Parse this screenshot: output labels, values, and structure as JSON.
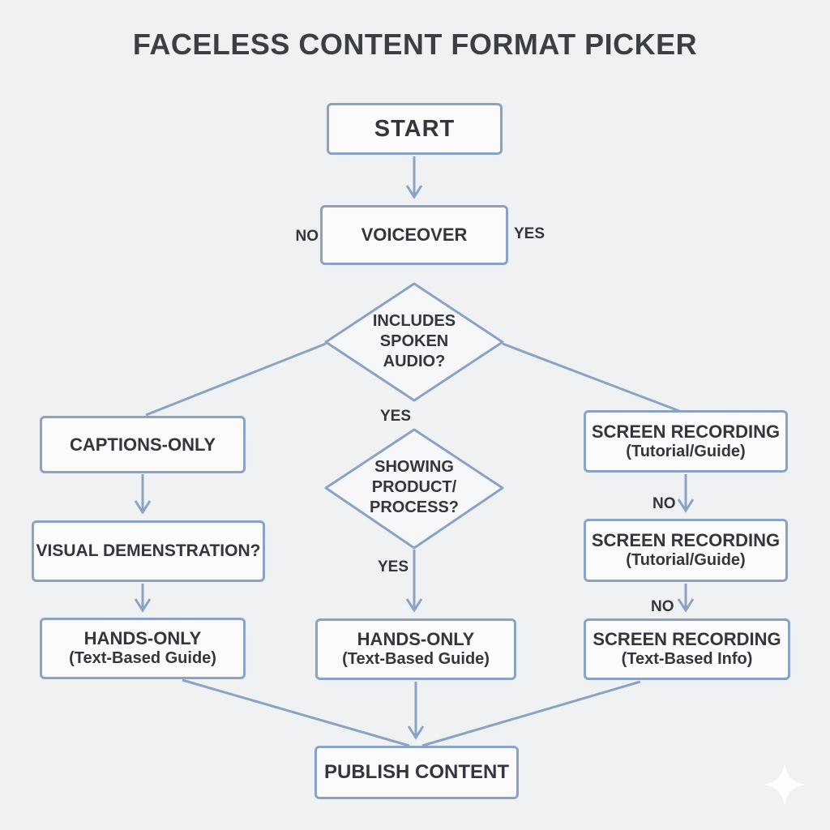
{
  "title": "FACELESS CONTENT FORMAT PICKER",
  "colors": {
    "background": "#f0f1f2",
    "node_fill": "#fbfbfc",
    "accent_blue": "#8aa3c4",
    "text": "#33363c",
    "watermark": "#ffffff"
  },
  "nodes": {
    "start": {
      "label": "START"
    },
    "voiceover": {
      "label": "VOICEOVER"
    },
    "includes_spoken_audio": {
      "lines": [
        "INCLUDES",
        "SPOKEN",
        "AUDIO?"
      ]
    },
    "captions_only": {
      "label": "CAPTIONS-ONLY"
    },
    "screen_recording_1": {
      "label": "SCREEN RECORDING",
      "sublabel": "(Tutorial/Guide)"
    },
    "showing_product_process": {
      "lines": [
        "SHOWING",
        "PRODUCT/",
        "PROCESS?"
      ]
    },
    "visual_demonstration": {
      "label": "VISUAL DEMENSTRATION?"
    },
    "screen_recording_2": {
      "label": "SCREEN RECORDING",
      "sublabel": "(Tutorial/Guide)"
    },
    "hands_only_left": {
      "label": "HANDS-ONLY",
      "sublabel": "(Text-Based Guide)"
    },
    "hands_only_center": {
      "label": "HANDS-ONLY",
      "sublabel": "(Text-Based Guide)"
    },
    "screen_recording_3": {
      "label": "SCREEN RECORDING",
      "sublabel": "(Text-Based Info)"
    },
    "publish": {
      "label": "PUBLISH CONTENT"
    }
  },
  "edge_labels": {
    "voiceover_no": "NO",
    "voiceover_yes": "YES",
    "includes_audio_yes": "YES",
    "product_process_yes": "YES",
    "screen_recording_2_no": "NO",
    "screen_recording_3_no": "NO"
  },
  "edges": [
    {
      "from": "start",
      "to": "voiceover",
      "arrowhead": true
    },
    {
      "from": "includes_spoken_audio",
      "to": "captions_only",
      "arrowhead": false
    },
    {
      "from": "includes_spoken_audio",
      "to": "screen_recording_1",
      "arrowhead": false
    },
    {
      "from": "captions_only",
      "to": "visual_demonstration",
      "arrowhead": true
    },
    {
      "from": "visual_demonstration",
      "to": "hands_only_left",
      "arrowhead": true
    },
    {
      "from": "showing_product_process",
      "to": "hands_only_center",
      "arrowhead": true
    },
    {
      "from": "screen_recording_1",
      "to": "screen_recording_2",
      "arrowhead": true
    },
    {
      "from": "screen_recording_2",
      "to": "screen_recording_3",
      "arrowhead": true
    },
    {
      "from": "hands_only_left",
      "to": "publish",
      "arrowhead": false
    },
    {
      "from": "hands_only_center",
      "to": "publish",
      "arrowhead": true
    },
    {
      "from": "screen_recording_3",
      "to": "publish",
      "arrowhead": false
    }
  ],
  "watermark": {
    "icon": "four-point-star"
  }
}
